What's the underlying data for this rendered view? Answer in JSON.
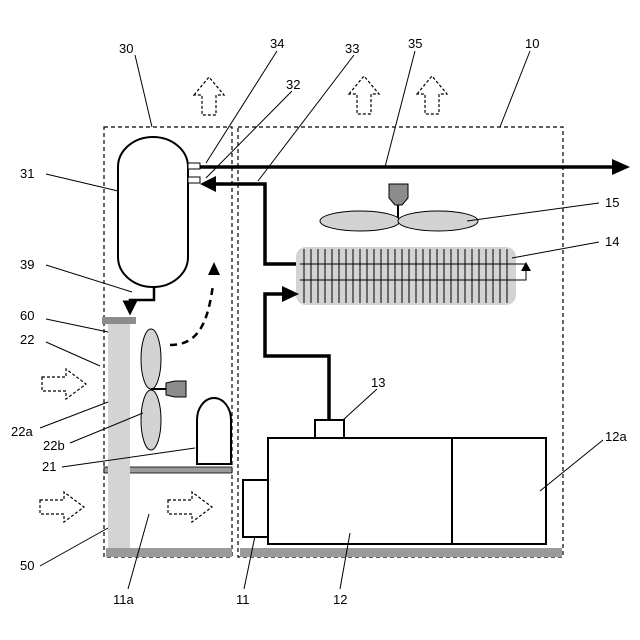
{
  "labels": {
    "unit_10": "10",
    "compressor_unit_11": "11",
    "intake_11a": "11a",
    "compressor_12": "12",
    "motor_12a": "12a",
    "discharge_port_13": "13",
    "heat_exchanger_14": "14",
    "fan_15": "15",
    "component_21": "21",
    "filter_22": "22",
    "filter_part_22a": "22a",
    "fan_22b": "22b",
    "tank_unit_30": "30",
    "tank_31": "31",
    "port_32": "32",
    "port_33": "33",
    "port_34": "34",
    "outlet_pipe_35": "35",
    "drain_39": "39",
    "base_50": "50",
    "top_plate_60": "60"
  }
}
